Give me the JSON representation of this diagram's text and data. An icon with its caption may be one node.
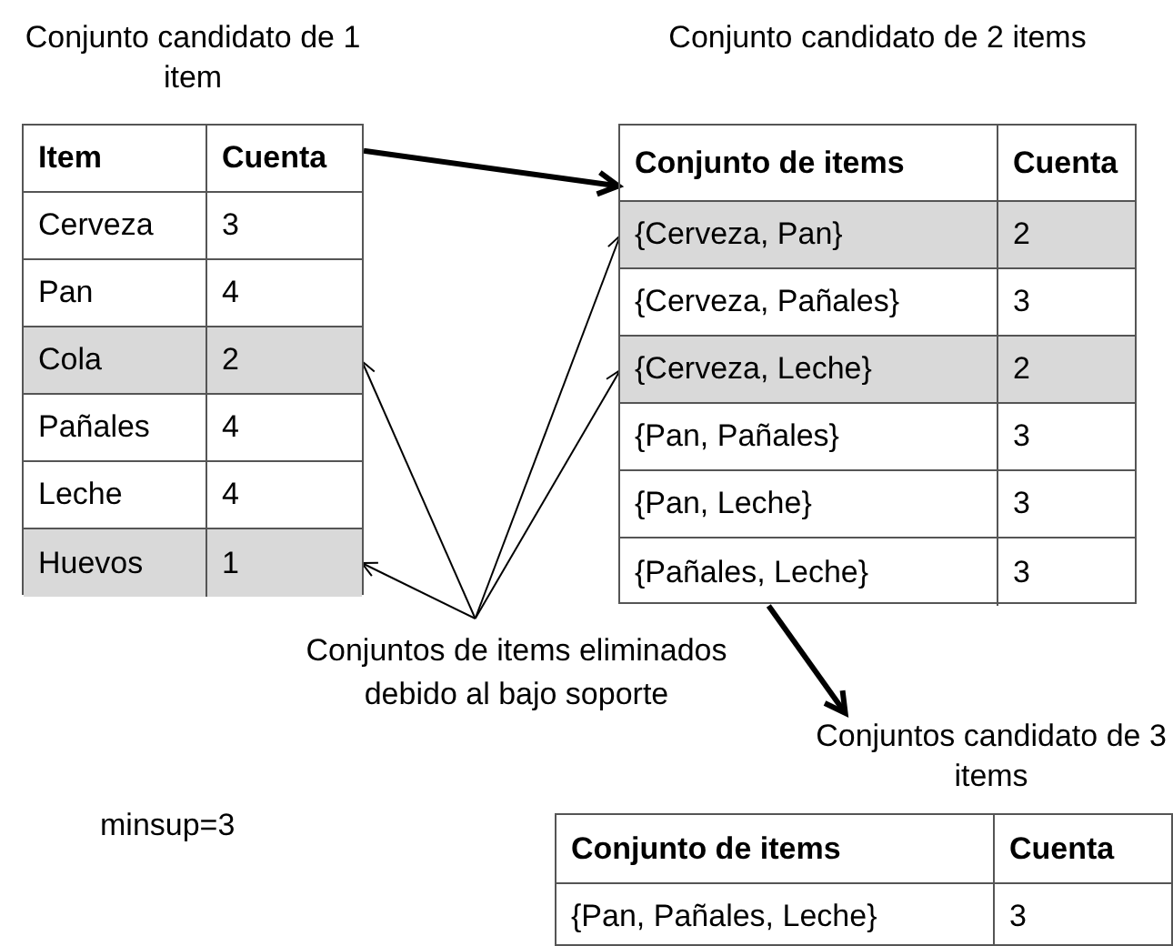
{
  "diagram": {
    "nodes": [
      {
        "text": [
          "Conjunto candidato de 1 item"
        ]
      },
      {
        "text": [
          "Item",
          "Cuenta"
        ],
        "in": 0
      },
      {
        "text": [
          "Cerveza",
          "3"
        ],
        "in": 0
      },
      {
        "text": [
          "Pan",
          "4"
        ],
        "in": 0
      },
      {
        "text": [
          "Cola",
          "2"
        ],
        "in": 0
      },
      {
        "text": [
          "Pañales",
          "4"
        ],
        "in": 0
      },
      {
        "text": [
          "Leche",
          "4"
        ],
        "in": 0
      },
      {
        "text": [
          "Huevos",
          "1"
        ],
        "in": 0
      },
      {
        "text": [
          "Conjunto candidato de 2 items"
        ]
      },
      {
        "text": [
          "Conjunto de items",
          "Cuenta"
        ],
        "in": 8
      },
      {
        "text": [
          "{Cerveza, Pan}",
          "2"
        ],
        "in": 8
      },
      {
        "text": [
          "{Cerveza, Pañales}",
          "3"
        ],
        "in": 8
      },
      {
        "text": [
          "{Cerveza, Leche}",
          "2"
        ],
        "in": 8
      },
      {
        "text": [
          "{Pan, Pañales}",
          "3"
        ],
        "in": 8
      },
      {
        "text": [
          "{Pan, Leche}",
          "3"
        ],
        "in": 8
      },
      {
        "text": [
          "{Pañales, Leche}",
          "3"
        ],
        "in": 8
      },
      {
        "text": [
          "Conjuntos candidato de 3 items"
        ]
      },
      {
        "text": [
          "Conjunto de items",
          "Cuenta"
        ],
        "in": 16
      },
      {
        "text": [
          "{Pan, Pañales, Leche}",
          "3"
        ],
        "in": 16
      },
      {
        "text": [
          "Conjuntos de items eliminados debido al bajo soporte"
        ]
      }
    ],
    "edges": [
      {
        "from": 0,
        "to": 8,
        "arrow": "to",
        "style": "thick"
      },
      {
        "from": 8,
        "to": 16,
        "arrow": "to",
        "style": "thick"
      },
      {
        "from": 19,
        "to": 4,
        "arrow": "to"
      },
      {
        "from": 19,
        "to": 7,
        "arrow": "to"
      },
      {
        "from": 19,
        "to": 10,
        "arrow": "to"
      },
      {
        "from": 19,
        "to": 12,
        "arrow": "to"
      }
    ],
    "labels": [
      "minsup=3"
    ]
  }
}
